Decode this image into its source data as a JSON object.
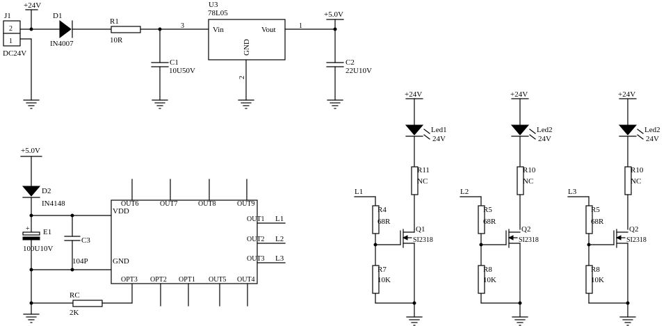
{
  "power_supply": {
    "connector": {
      "ref": "J1",
      "pin2": "2",
      "pin1": "1",
      "value": "DC24V"
    },
    "vin_label": "+24V",
    "diode": {
      "ref": "D1",
      "value": "IN4007"
    },
    "resistor": {
      "ref": "R1",
      "value": "10R"
    },
    "cap_in": {
      "ref": "C1",
      "value": "10U50V"
    },
    "regulator": {
      "ref": "U3",
      "value": "78L05",
      "pin_in": "Vin",
      "pin_out": "Vout",
      "pin_gnd": "GND",
      "num_in": "3",
      "num_out": "1",
      "num_gnd": "2"
    },
    "vout_label": "+5.0V",
    "cap_out": {
      "ref": "C2",
      "value": "22U10V"
    }
  },
  "mcu": {
    "vcc_label": "+5.0V",
    "diode": {
      "ref": "D2",
      "value": "IN4148"
    },
    "cap_e": {
      "ref": "E1",
      "value": "100U10V"
    },
    "cap_c": {
      "ref": "C3",
      "value": "104P"
    },
    "res_c": {
      "ref": "RC",
      "value": "2K"
    },
    "pins_left": {
      "vdd": "VDD",
      "gnd": "GND"
    },
    "pins_top": [
      "OUT6",
      "OUT7",
      "OUT8",
      "OUT9"
    ],
    "pins_right": [
      "OUT1",
      "OUT2",
      "OUT3"
    ],
    "right_nets": [
      "L1",
      "L2",
      "L3"
    ],
    "pins_bottom": [
      "OPT3",
      "OPT2",
      "OPT1",
      "OUT5",
      "OUT4"
    ]
  },
  "led_drivers": [
    {
      "vcc": "+24V",
      "led": "Led1",
      "led_v": "24V",
      "r_top": "R11",
      "r_top_val": "NC",
      "net": "L1",
      "r_gate": "R4",
      "r_gate_val": "68R",
      "q": "Q1",
      "q_val": "SI2318",
      "r_bot": "R7",
      "r_bot_val": "10K"
    },
    {
      "vcc": "+24V",
      "led": "Led2",
      "led_v": "24V",
      "r_top": "R10",
      "r_top_val": "NC",
      "net": "L2",
      "r_gate": "R5",
      "r_gate_val": "68R",
      "q": "Q2",
      "q_val": "SI2318",
      "r_bot": "R8",
      "r_bot_val": "10K"
    },
    {
      "vcc": "+24V",
      "led": "Led2",
      "led_v": "24V",
      "r_top": "R10",
      "r_top_val": "NC",
      "net": "L3",
      "r_gate": "R5",
      "r_gate_val": "68R",
      "q": "Q2",
      "q_val": "SI2318",
      "r_bot": "R8",
      "r_bot_val": "10K"
    }
  ]
}
